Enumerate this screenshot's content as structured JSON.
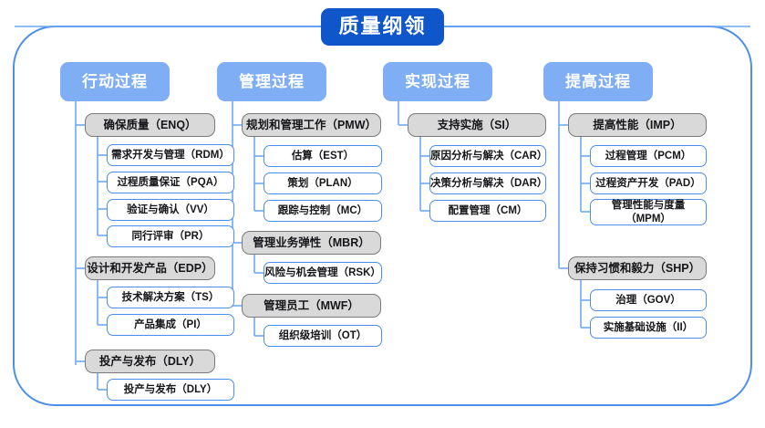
{
  "diagram": {
    "title": "质量纲领",
    "type": "hierarchy-mindmap",
    "colors": {
      "title_fill": "#0F56CB",
      "column_header_fill": "#7FAEF5",
      "group_fill": "#D9D9D9",
      "group_border": "#7A7A7A",
      "leaf_border": "#4A8FF0",
      "frame_border": "#4A90EA",
      "connector": "#6FA8F2",
      "text_dark": "#16161A",
      "text_light": "#FFFFFF"
    },
    "columns": [
      {
        "id": "col-action",
        "header": "行动过程",
        "groups": [
          {
            "label": "确保质量（ENQ）",
            "items": [
              "需求开发与管理（RDM）",
              "过程质量保证（PQA）",
              "验证与确认（VV）",
              "同行评审（PR）"
            ]
          },
          {
            "label": "设计和开发产品（EDP）",
            "items": [
              "技术解决方案（TS）",
              "产品集成（PI）"
            ]
          },
          {
            "label": "投产与发布（DLY）",
            "items": [
              "投产与发布（DLY）"
            ]
          }
        ]
      },
      {
        "id": "col-manage",
        "header": "管理过程",
        "groups": [
          {
            "label": "规划和管理工作（PMW）",
            "items": [
              "估算（EST）",
              "策划（PLAN）",
              "跟踪与控制（MC）"
            ]
          },
          {
            "label": "管理业务弹性（MBR）",
            "items": [
              "风险与机会管理（RSK）"
            ]
          },
          {
            "label": "管理员工（MWF）",
            "items": [
              "组织级培训（OT）"
            ]
          }
        ]
      },
      {
        "id": "col-implement",
        "header": "实现过程",
        "groups": [
          {
            "label": "支持实施（SI）",
            "items": [
              "原因分析与解决（CAR）",
              "决策分析与解决（DAR）",
              "配置管理（CM）"
            ]
          }
        ]
      },
      {
        "id": "col-improve",
        "header": "提高过程",
        "groups": [
          {
            "label": "提高性能（IMP）",
            "items": [
              "过程管理（PCM）",
              "过程资产开发（PAD）",
              "管理性能与度量\n（MPM）"
            ]
          },
          {
            "label": "保持习惯和毅力（SHP）",
            "items": [
              "治理（GOV）",
              "实施基础设施（II）"
            ]
          }
        ]
      }
    ]
  }
}
